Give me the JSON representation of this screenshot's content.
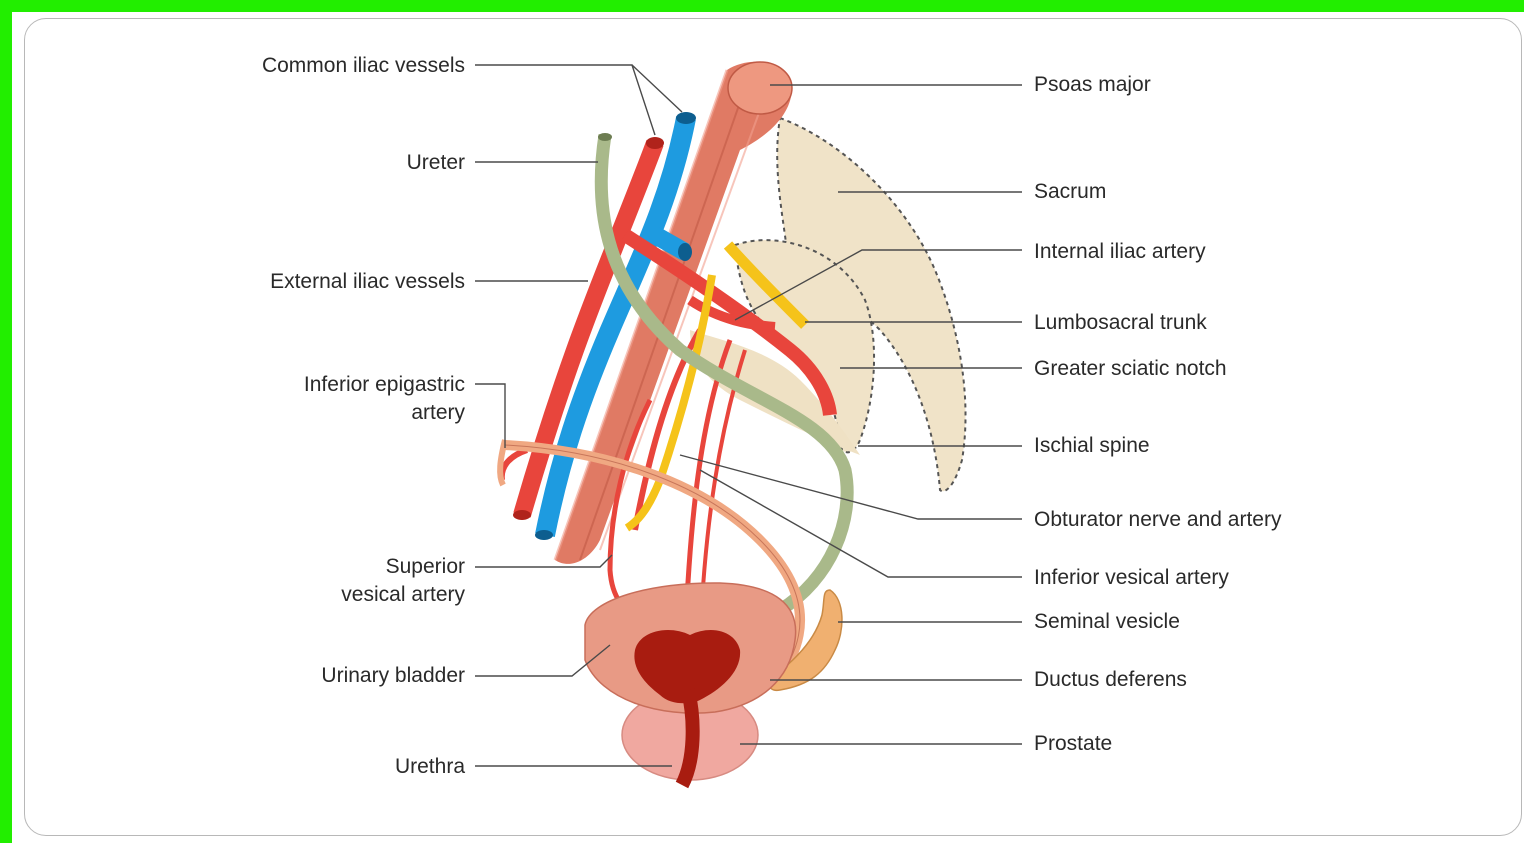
{
  "labels": {
    "common_iliac_vessels": "Common iliac vessels",
    "ureter": "Ureter",
    "external_iliac_vessels": "External iliac vessels",
    "inferior_epigastric_line1": "Inferior epigastric",
    "inferior_epigastric_line2": "artery",
    "superior_vesical_line1": "Superior",
    "superior_vesical_line2": "vesical artery",
    "urinary_bladder": "Urinary bladder",
    "urethra": "Urethra",
    "psoas_major": "Psoas major",
    "sacrum": "Sacrum",
    "internal_iliac_artery": "Internal iliac artery",
    "lumbosacral_trunk": "Lumbosacral trunk",
    "greater_sciatic_notch": "Greater sciatic notch",
    "ischial_spine": "Ischial spine",
    "obturator_nerve_and_artery": "Obturator nerve and artery",
    "inferior_vesical_artery": "Inferior vesical artery",
    "seminal_vesicle": "Seminal vesicle",
    "ductus_deferens": "Ductus deferens",
    "prostate": "Prostate"
  },
  "colors": {
    "frame_border": "#22ee00",
    "artery": "#e8453c",
    "vein": "#1e9be0",
    "ureter": "#a9b98a",
    "muscle": "#e07a64",
    "bone": "#f0e3c8",
    "nerve": "#f5c31a",
    "bladder": "#e89a85",
    "prostate": "#f0a8a0",
    "ductus": "#f0a882",
    "seminal_vesicle": "#f0b070"
  }
}
